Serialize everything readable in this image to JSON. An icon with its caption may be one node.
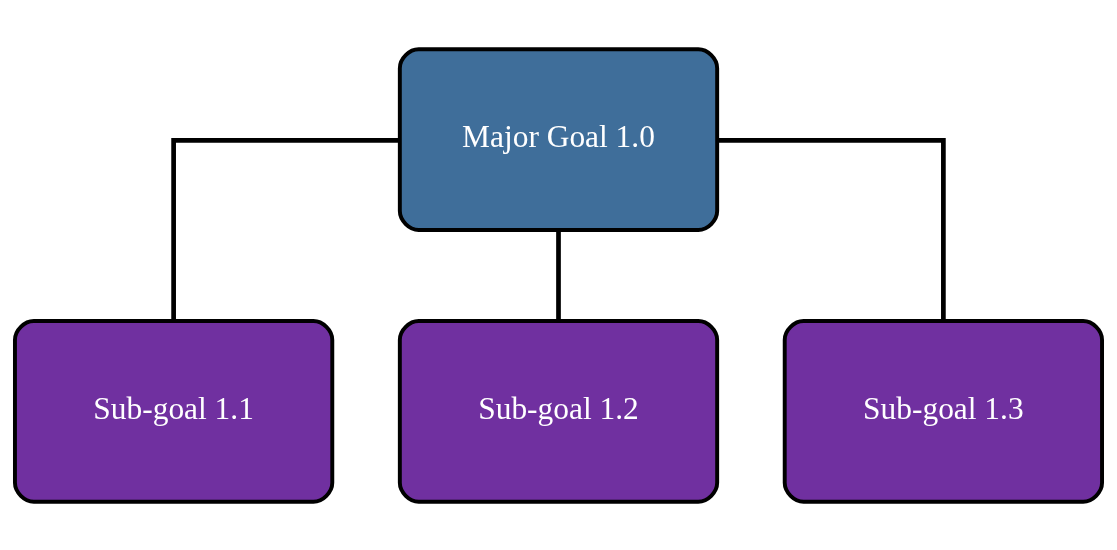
{
  "diagram": {
    "nodes": [
      {
        "text": [
          "Major Goal 1.0"
        ]
      },
      {
        "text": [
          "Sub-goal 1.1"
        ]
      },
      {
        "text": [
          "Sub-goal 1.2"
        ]
      },
      {
        "text": [
          "Sub-goal 1.3"
        ]
      }
    ],
    "edges": [
      {
        "from": 0,
        "to": 1,
        "arrow": "none"
      },
      {
        "from": 0,
        "to": 2,
        "arrow": "none"
      },
      {
        "from": 0,
        "to": 3,
        "arrow": "none"
      }
    ]
  }
}
